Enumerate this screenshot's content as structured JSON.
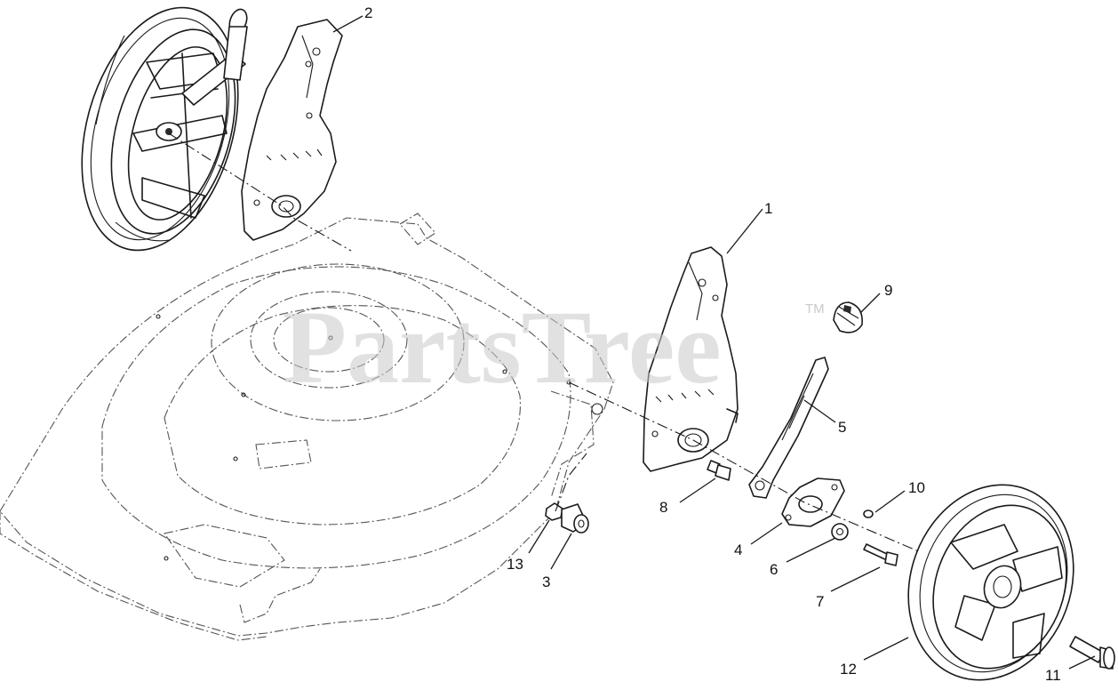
{
  "watermark": {
    "brand": "PartsTree",
    "mark": "TM"
  },
  "callouts": [
    {
      "id": "c1",
      "label": "1"
    },
    {
      "id": "c2",
      "label": "2"
    },
    {
      "id": "c3",
      "label": "3"
    },
    {
      "id": "c4",
      "label": "4"
    },
    {
      "id": "c5",
      "label": "5"
    },
    {
      "id": "c6",
      "label": "6"
    },
    {
      "id": "c7",
      "label": "7"
    },
    {
      "id": "c8",
      "label": "8"
    },
    {
      "id": "c9",
      "label": "9"
    },
    {
      "id": "c10",
      "label": "10"
    },
    {
      "id": "c11",
      "label": "11"
    },
    {
      "id": "c12",
      "label": "12"
    },
    {
      "id": "c13",
      "label": "13"
    }
  ]
}
